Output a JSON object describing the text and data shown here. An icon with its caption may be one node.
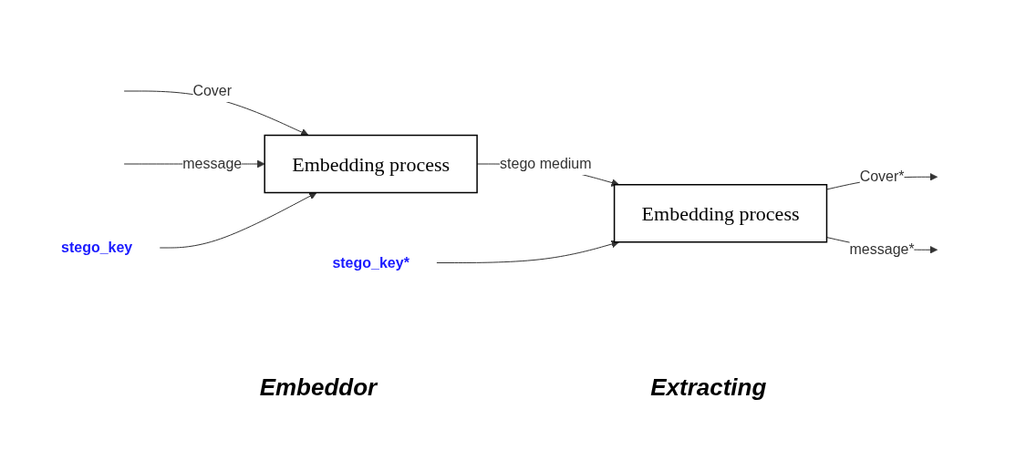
{
  "diagram": {
    "nodes": [
      {
        "text": [
          "stego_key"
        ]
      },
      {
        "text": [
          "Embedding process"
        ]
      },
      {
        "text": [
          "stego_key*"
        ]
      },
      {
        "text": [
          "Embedding process"
        ]
      }
    ],
    "edges": [
      {
        "from": null,
        "to": 1,
        "arrow": "to",
        "label": "Cover"
      },
      {
        "from": null,
        "to": 1,
        "arrow": "to",
        "label": "message"
      },
      {
        "from": 0,
        "to": 1,
        "arrow": "to"
      },
      {
        "from": 1,
        "to": 3,
        "arrow": "to",
        "label": "stego medium"
      },
      {
        "from": 2,
        "to": 3,
        "arrow": "to"
      },
      {
        "from": 3,
        "to": null,
        "arrow": "to",
        "label": "Cover*"
      },
      {
        "from": 3,
        "to": null,
        "arrow": "to",
        "label": "message*"
      }
    ],
    "labels": [
      "Embeddor",
      "Extracting"
    ]
  }
}
